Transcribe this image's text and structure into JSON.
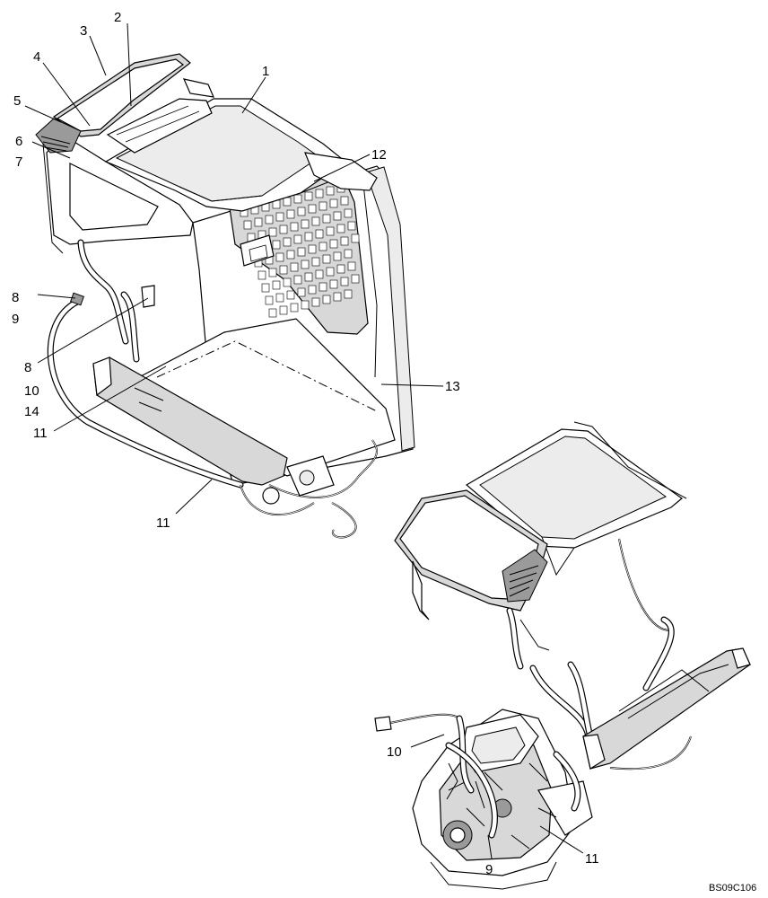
{
  "callouts": {
    "c1": "1",
    "c2": "2",
    "c3": "3",
    "c4": "4",
    "c5": "5",
    "c6": "6",
    "c7": "7",
    "c8a": "8",
    "c9a": "9",
    "c8b": "8",
    "c10a": "10",
    "c14": "14",
    "c11a": "11",
    "c11b": "11",
    "c12": "12",
    "c13": "13",
    "c10b": "10",
    "c9b": "9",
    "c11c": "11"
  },
  "drawing_code": "BS09C106"
}
